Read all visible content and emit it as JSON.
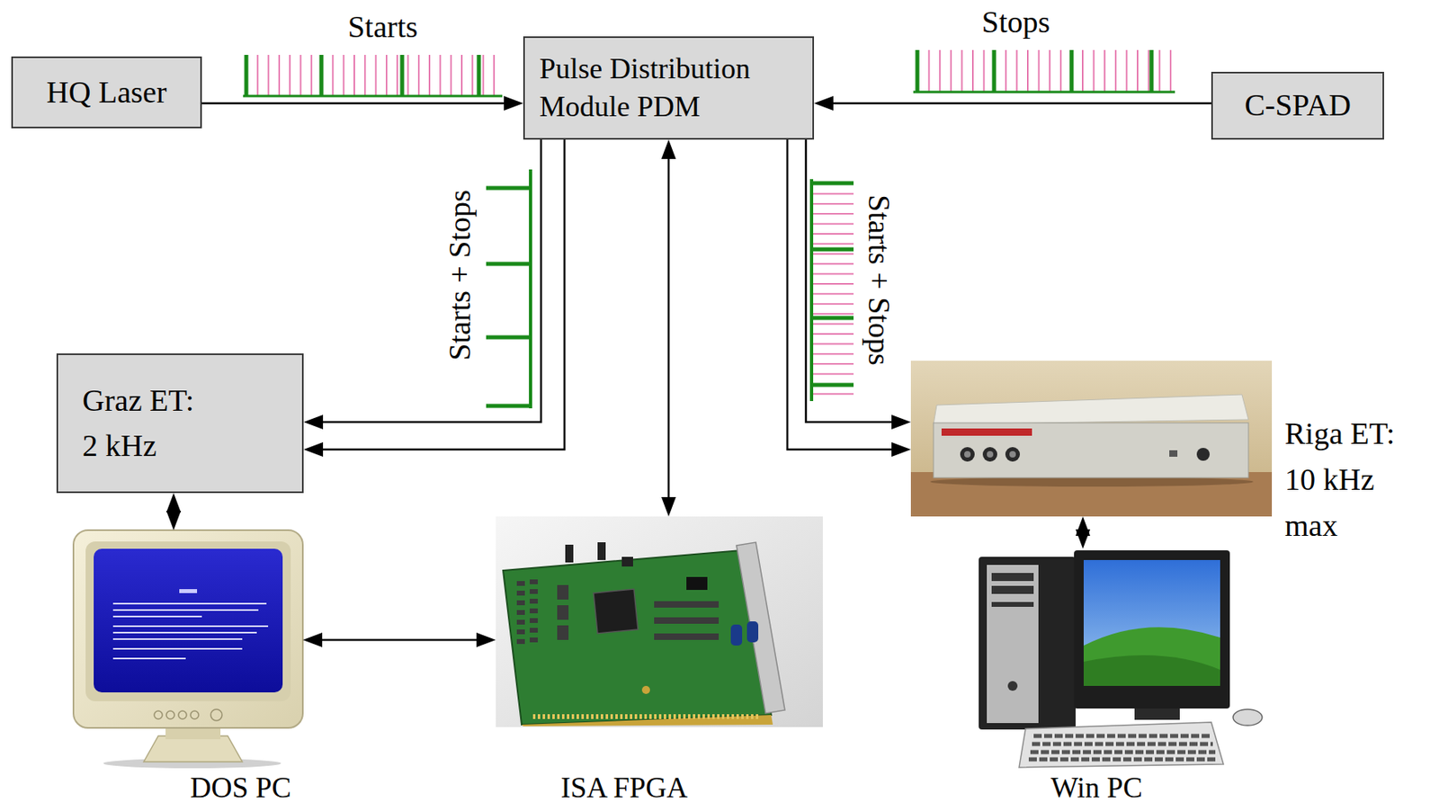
{
  "diagram": {
    "nodes": [
      {
        "text": [
          "HQ Laser"
        ]
      },
      {
        "text": [
          "Pulse Distribution Module PDM"
        ]
      },
      {
        "text": [
          "C-SPAD"
        ]
      },
      {
        "text": [
          "Graz ET: 2 kHz"
        ]
      },
      {
        "text": [
          "Riga ET: 10 kHz max"
        ]
      },
      {
        "text": [
          "DOS PC"
        ]
      },
      {
        "text": [
          "ISA FPGA"
        ]
      },
      {
        "text": [
          "Win PC"
        ]
      }
    ],
    "edges": [
      {
        "from": 0,
        "to": 1,
        "label": "Starts",
        "arrow": "to"
      },
      {
        "from": 2,
        "to": 1,
        "label": "Stops",
        "arrow": "to"
      },
      {
        "from": 1,
        "to": 3,
        "label": "Starts + Stops",
        "arrow": "to"
      },
      {
        "from": 1,
        "to": 3,
        "arrow": "to"
      },
      {
        "from": 1,
        "to": 4,
        "label": "Starts + Stops",
        "arrow": "to"
      },
      {
        "from": 1,
        "to": 4,
        "arrow": "to"
      },
      {
        "from": 1,
        "to": 6,
        "arrow": "both"
      },
      {
        "from": 3,
        "to": 5,
        "arrow": "both"
      },
      {
        "from": 5,
        "to": 6,
        "arrow": "both"
      },
      {
        "from": 4,
        "to": 7,
        "arrow": "both"
      }
    ]
  }
}
